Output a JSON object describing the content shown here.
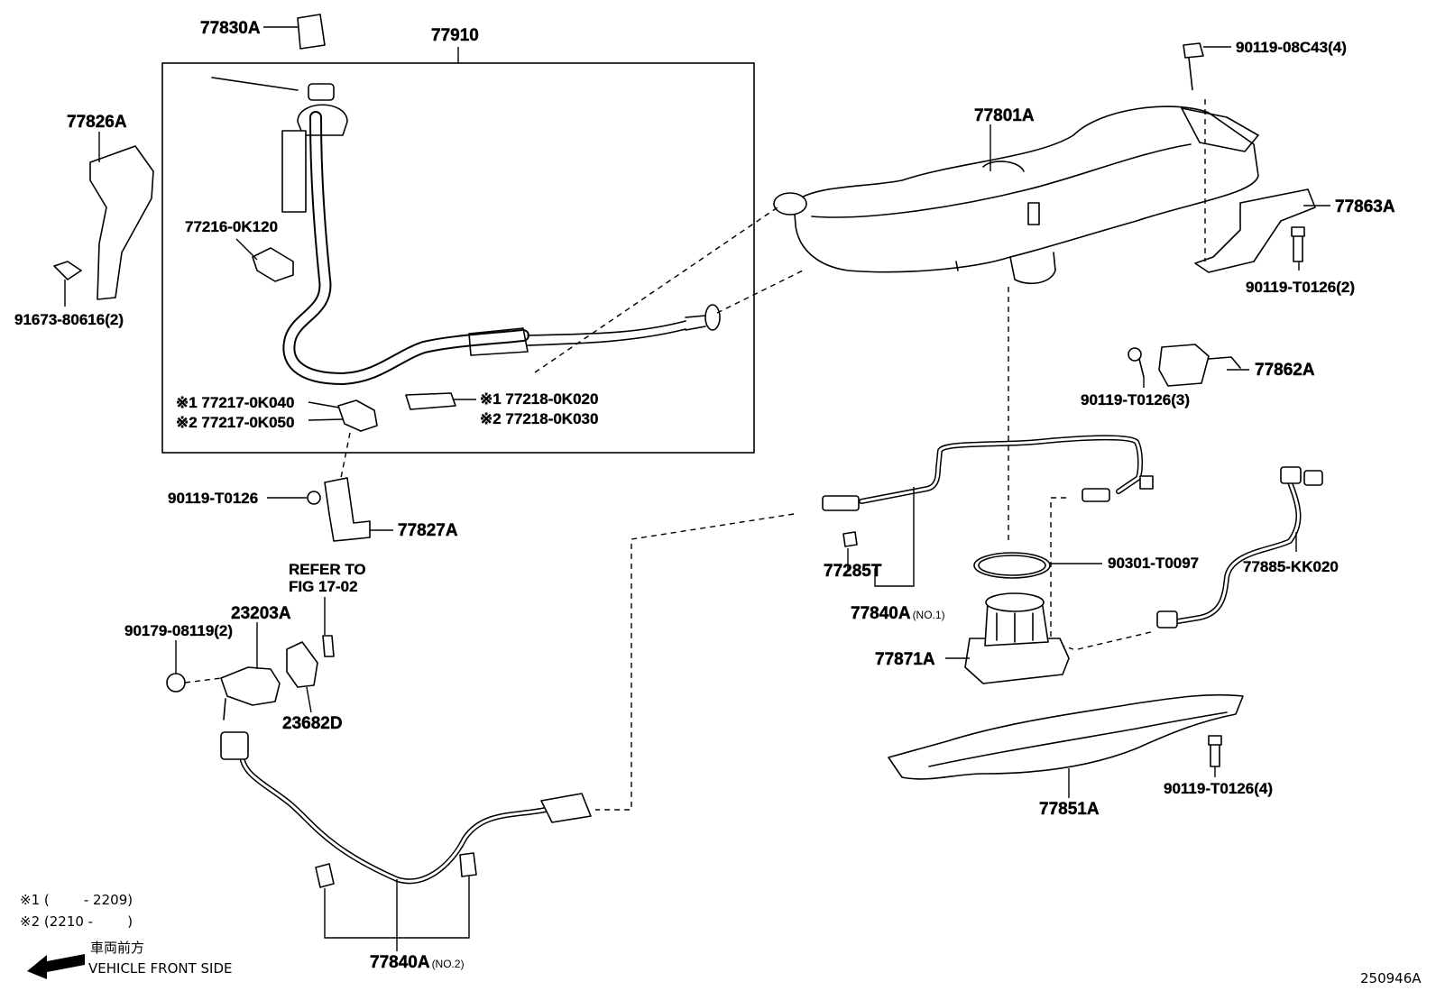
{
  "diagram_code": "250946A",
  "labels": {
    "p77830A": "77830A",
    "p77910": "77910",
    "p77826A": "77826A",
    "p91673": "91673-80616(2)",
    "p77216": "77216-0K120",
    "p77217a": "※1 77217-0K040",
    "p77217b": "※2 77217-0K050",
    "p77218a": "※1 77218-0K020",
    "p77218b": "※2 77218-0K030",
    "p90119_t0126_a": "90119-T0126",
    "p77827A": "77827A",
    "p77801A": "77801A",
    "p90119_08c43": "90119-08C43(4)",
    "p77863A": "77863A",
    "p90119_t0126_2": "90119-T0126(2)",
    "p77862A": "77862A",
    "p90119_t0126_3": "90119-T0126(3)",
    "p77285T": "77285T",
    "p77840A_1": "77840A",
    "p77840A_1_sub": "(NO.1)",
    "p90301": "90301-T0097",
    "p77885": "77885-KK020",
    "p77871A": "77871A",
    "p90119_t0126_4": "90119-T0126(4)",
    "p77851A": "77851A",
    "refer_1": "REFER TO",
    "refer_2": "FIG 17-02",
    "p23203A": "23203A",
    "p90179": "90179-08119(2)",
    "p23682D": "23682D",
    "p77840A_2": "77840A",
    "p77840A_2_sub": "(NO.2)"
  },
  "notes": {
    "n1": "※1 (        - 2209)",
    "n2": "※2 (2210 -        )",
    "front_jp": "車両前方",
    "front_en": "VEHICLE FRONT SIDE"
  }
}
